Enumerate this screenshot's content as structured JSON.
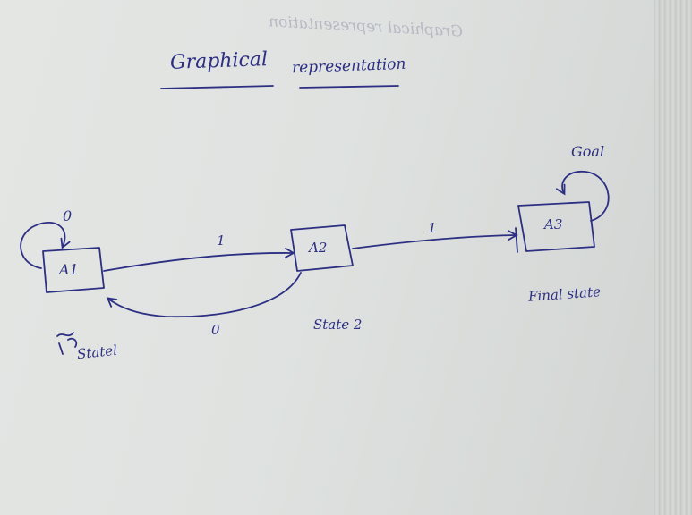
{
  "title": {
    "word1": "Graphical",
    "word2": "representation"
  },
  "bleed_through_text": "Graphical representation",
  "states": [
    {
      "label": "A1",
      "caption": "Statel"
    },
    {
      "label": "A2",
      "caption": "State 2"
    },
    {
      "label": "A3",
      "caption": "Final state",
      "note": "Goal"
    }
  ],
  "transitions": [
    {
      "from": "A1",
      "to": "A1",
      "label": "0"
    },
    {
      "from": "A1",
      "to": "A2",
      "label": "1"
    },
    {
      "from": "A2",
      "to": "A1",
      "label": "0"
    },
    {
      "from": "A2",
      "to": "A3",
      "label": "1"
    },
    {
      "from": "A3",
      "to": "A3",
      "label": ""
    }
  ],
  "colors": {
    "ink": "#2c2f82",
    "paper": "#e1e3e1"
  }
}
